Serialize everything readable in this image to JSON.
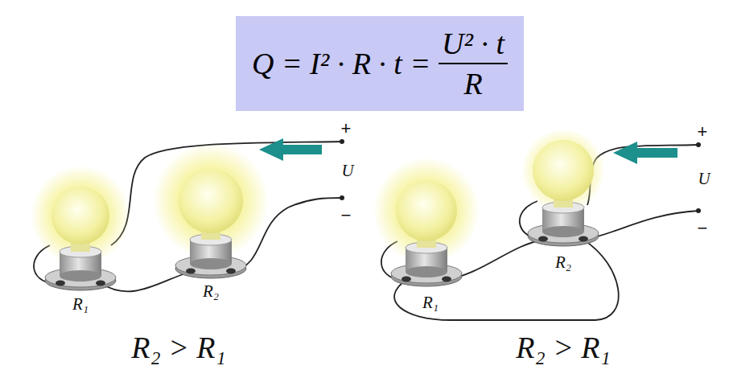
{
  "diagram": {
    "nodes": [
      {
        "text": [
          "Q = I² · R · t =",
          "U² · t",
          "R"
        ]
      }
    ],
    "labels": [
      "R₁",
      "R₂",
      "R₂ > R₁",
      "+",
      "U",
      "−",
      "R₁",
      "R₂",
      "R₂ > R₁",
      "+",
      "U",
      "−"
    ]
  }
}
